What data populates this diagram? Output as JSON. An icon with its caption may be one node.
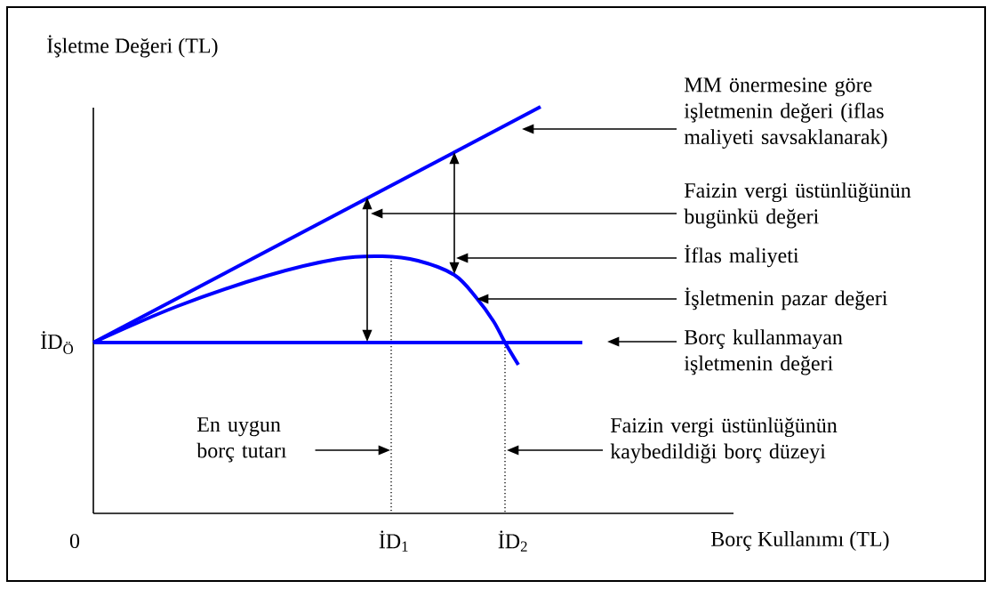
{
  "diagram": {
    "nodes": [
      {
        "text": [
          "MM önermesine göre işletmenin değeri (iflas maliyeti savsaklanarak)"
        ]
      },
      {
        "text": [
          "Faizin vergi üstünlüğünün bugünkü değeri"
        ]
      },
      {
        "text": [
          "İflas maliyeti"
        ]
      },
      {
        "text": [
          "İşletmenin pazar değeri"
        ]
      },
      {
        "text": [
          "Borç kullanmayan işletmenin değeri"
        ]
      },
      {
        "text": [
          "En uygun borç tutarı"
        ]
      },
      {
        "text": [
          "Faizin vergi üstünlüğünün kaybedildiği borç düzeyi"
        ]
      }
    ],
    "edges": [
      {
        "from": 0,
        "to": null,
        "arrow": "to"
      },
      {
        "from": 1,
        "to": null,
        "arrow": "to"
      },
      {
        "from": 2,
        "to": null,
        "arrow": "to"
      },
      {
        "from": 3,
        "to": null,
        "arrow": "to"
      },
      {
        "from": 4,
        "to": null,
        "arrow": "to"
      },
      {
        "from": 5,
        "to": null,
        "arrow": "to"
      },
      {
        "from": 6,
        "to": null,
        "arrow": "to"
      }
    ],
    "labels": [
      "İşletme Değeri (TL)",
      "İD$_{Ö}$",
      "0",
      "İD$_{1}$",
      "İD$_{2}$",
      "Borç Kullanımı (TL)"
    ]
  }
}
